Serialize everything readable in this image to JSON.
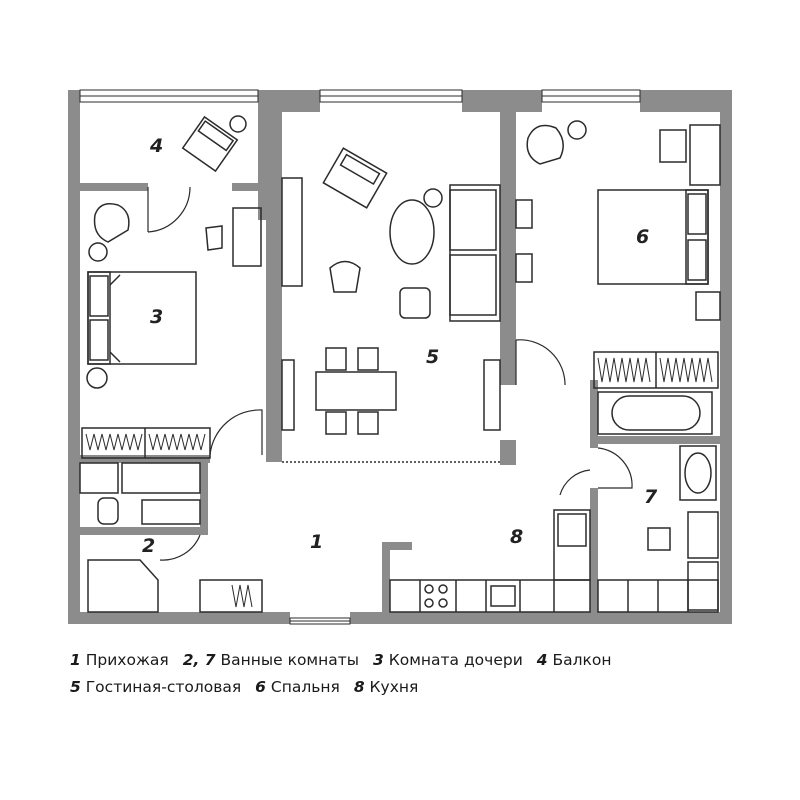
{
  "rooms": [
    {
      "num": "1",
      "name": "Прихожая"
    },
    {
      "num": "2, 7",
      "name": "Ванные комнаты"
    },
    {
      "num": "3",
      "name": "Комната дочери"
    },
    {
      "num": "4",
      "name": "Балкон"
    },
    {
      "num": "5",
      "name": "Гостиная-столовая"
    },
    {
      "num": "6",
      "name": "Спальня"
    },
    {
      "num": "8",
      "name": "Кухня"
    }
  ],
  "plan_labels": {
    "r1": "1",
    "r2": "2",
    "r3": "3",
    "r4": "4",
    "r5": "5",
    "r6": "6",
    "r7": "7",
    "r8": "8"
  },
  "colors": {
    "wall": "#8c8c8c",
    "line": "#2b2b2b",
    "background": "#ffffff"
  }
}
